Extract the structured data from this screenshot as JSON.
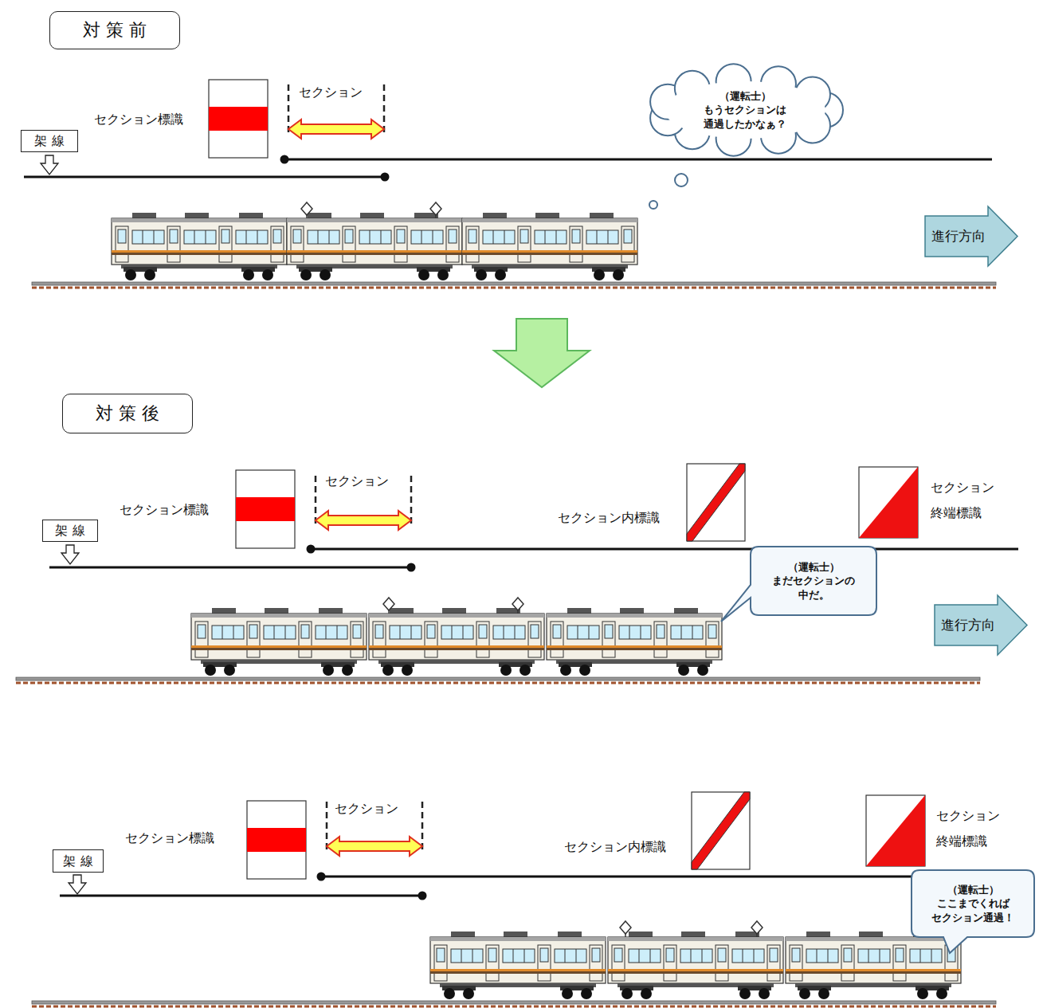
{
  "diagram": {
    "nodes": [
      {
        "text": [
          "対 策 前"
        ]
      },
      {
        "text": [
          "架 線"
        ]
      },
      {
        "text": [
          "（運転士）",
          "もうセクションは 通過したかなぁ？"
        ]
      },
      {
        "text": [
          "進行方向"
        ]
      },
      {
        "text": [
          "対 策 後"
        ]
      },
      {
        "text": [
          "架 線"
        ]
      },
      {
        "text": [
          "（運転士）",
          "まだセクションの 中だ。"
        ]
      },
      {
        "text": [
          "進行方向"
        ]
      },
      {
        "text": [
          "架 線"
        ]
      },
      {
        "text": [
          "（運転士）",
          "ここまでくれば セクション通過！"
        ]
      }
    ],
    "labels": [
      "セクション標識",
      "セクション",
      "セクション標識",
      "セクション",
      "セクション内標識",
      "セクション 終端標識",
      "セクション標識",
      "セクション",
      "セクション内標識",
      "セクション 終端標識"
    ]
  }
}
